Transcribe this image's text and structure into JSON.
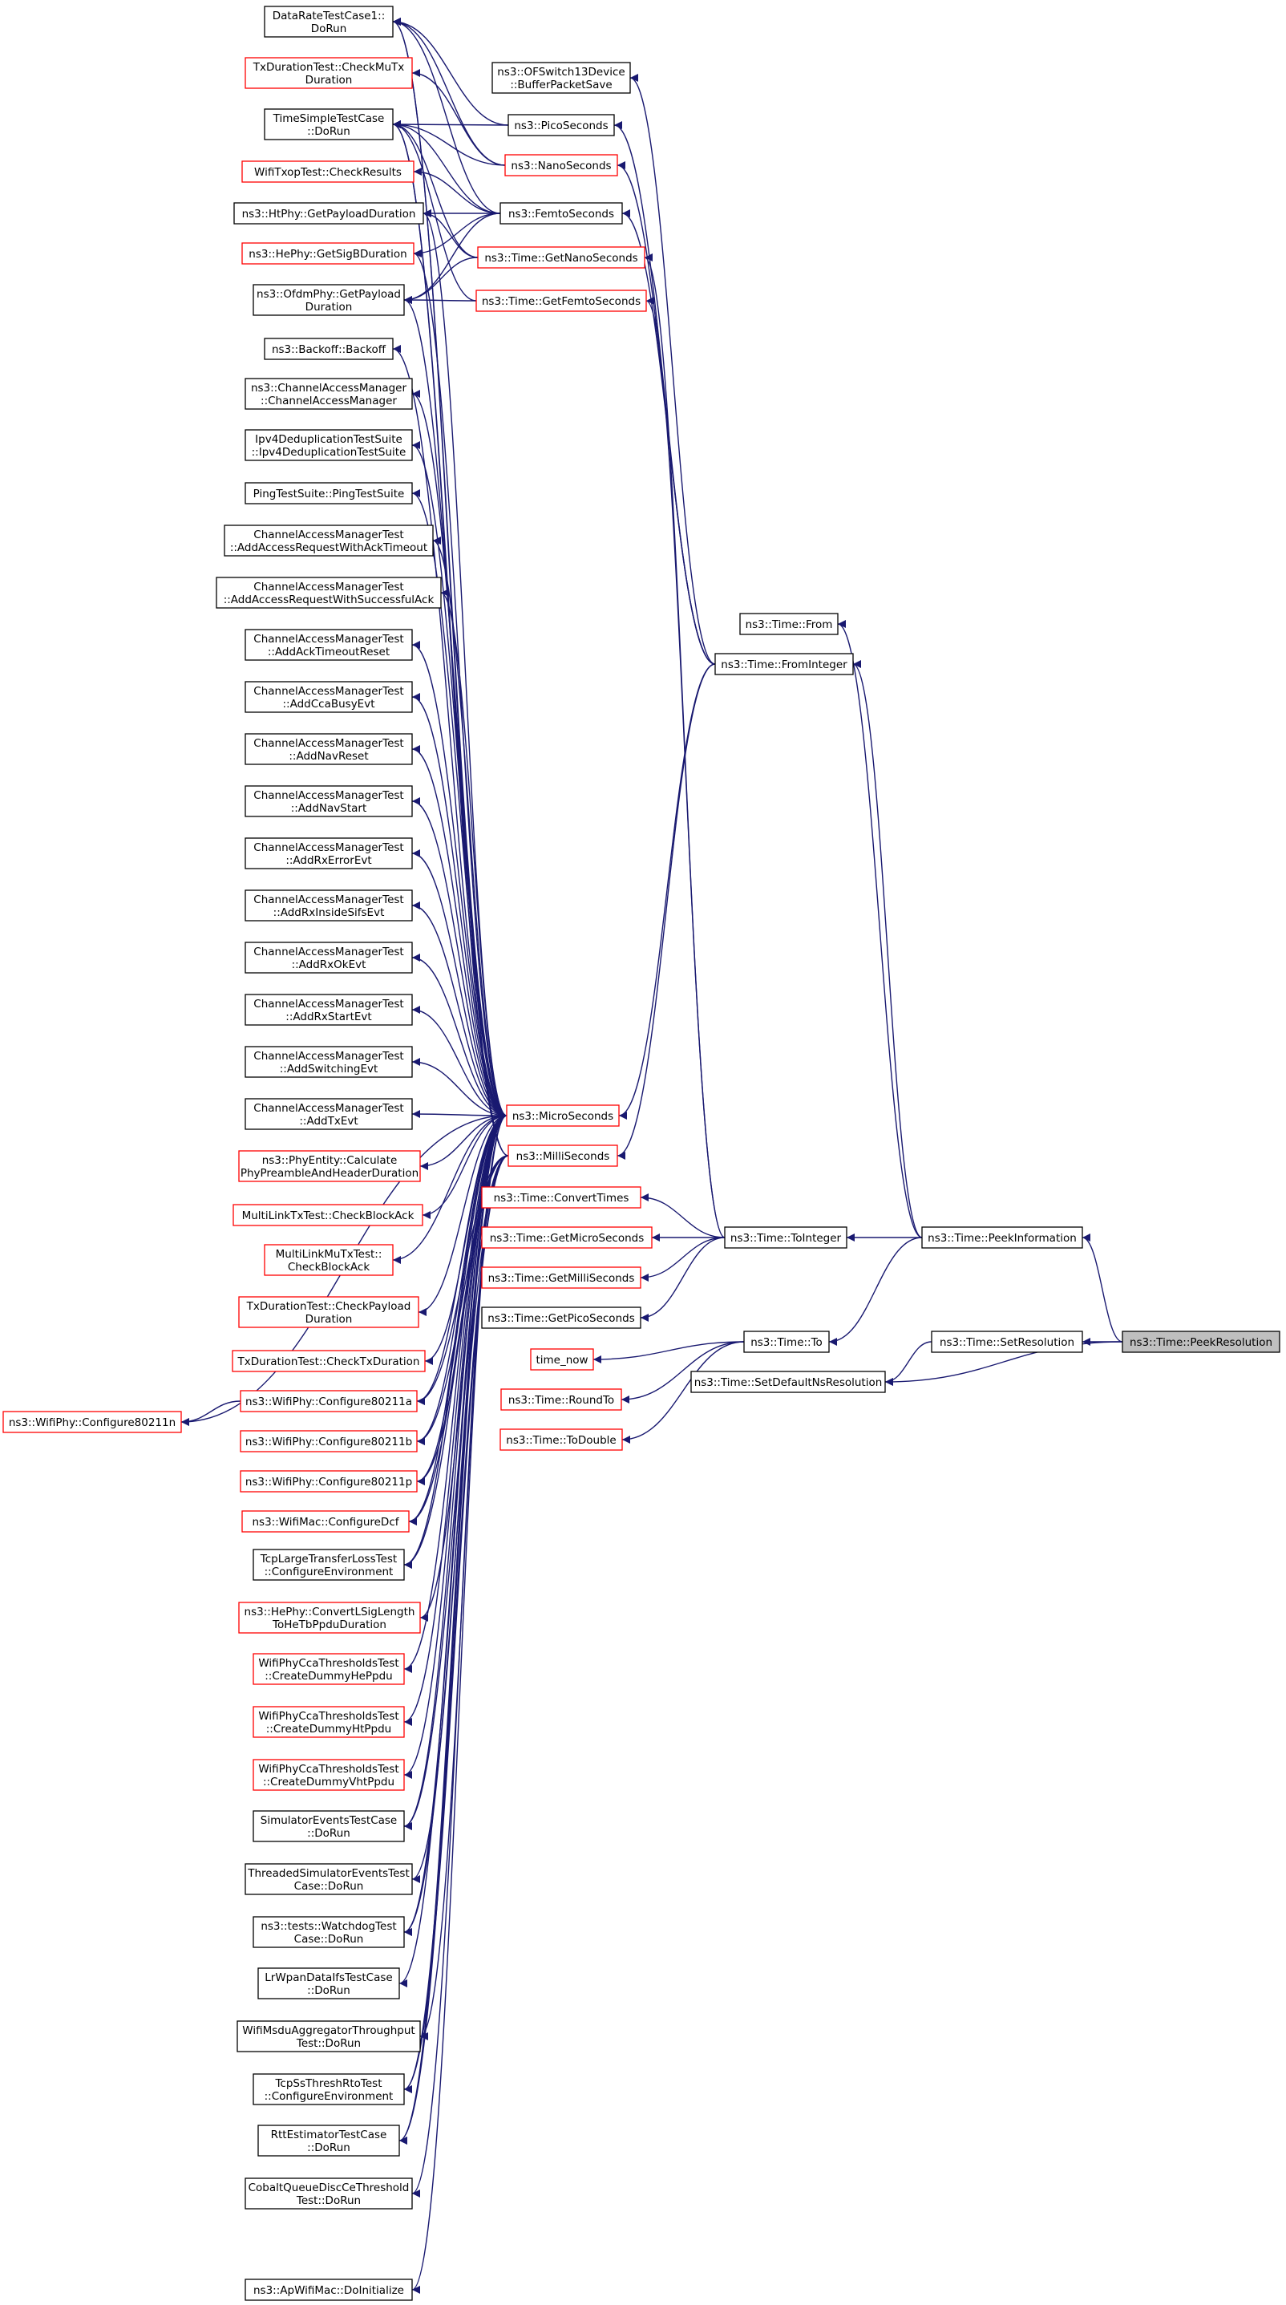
{
  "colors": {
    "edge": "#191970",
    "border_normal": "#000000",
    "border_undocumented": "#ff0000",
    "focus_fill": "#bfbfbf",
    "fill": "#ffffff"
  },
  "focus_node": "ns3::Time::PeekResolution",
  "nodes": [
    {
      "id": "PeekResolution",
      "lines": [
        "ns3::Time::PeekResolution"
      ],
      "style": "focus"
    },
    {
      "id": "PeekInformation",
      "lines": [
        "ns3::Time::PeekInformation"
      ],
      "style": "normal"
    },
    {
      "id": "SetResolution",
      "lines": [
        "ns3::Time::SetResolution"
      ],
      "style": "normal"
    },
    {
      "id": "SetDefaultNsResolution",
      "lines": [
        "ns3::Time::SetDefaultNsResolution"
      ],
      "style": "normal"
    },
    {
      "id": "From",
      "lines": [
        "ns3::Time::From"
      ],
      "style": "normal"
    },
    {
      "id": "FromInteger",
      "lines": [
        "ns3::Time::FromInteger"
      ],
      "style": "normal"
    },
    {
      "id": "ToInteger",
      "lines": [
        "ns3::Time::ToInteger"
      ],
      "style": "normal"
    },
    {
      "id": "To",
      "lines": [
        "ns3::Time::To"
      ],
      "style": "normal"
    },
    {
      "id": "OFSwitch",
      "lines": [
        "ns3::OFSwitch13Device",
        "::BufferPacketSave"
      ],
      "style": "normal"
    },
    {
      "id": "PicoSeconds",
      "lines": [
        "ns3::PicoSeconds"
      ],
      "style": "normal"
    },
    {
      "id": "NanoSeconds",
      "lines": [
        "ns3::NanoSeconds"
      ],
      "style": "red"
    },
    {
      "id": "FemtoSeconds",
      "lines": [
        "ns3::FemtoSeconds"
      ],
      "style": "normal"
    },
    {
      "id": "GetNanoSeconds",
      "lines": [
        "ns3::Time::GetNanoSeconds"
      ],
      "style": "red"
    },
    {
      "id": "GetFemtoSeconds",
      "lines": [
        "ns3::Time::GetFemtoSeconds"
      ],
      "style": "red"
    },
    {
      "id": "MicroSeconds",
      "lines": [
        "ns3::MicroSeconds"
      ],
      "style": "red"
    },
    {
      "id": "MilliSeconds",
      "lines": [
        "ns3::MilliSeconds"
      ],
      "style": "red"
    },
    {
      "id": "ConvertTimes",
      "lines": [
        "ns3::Time::ConvertTimes"
      ],
      "style": "red"
    },
    {
      "id": "GetMicroSeconds",
      "lines": [
        "ns3::Time::GetMicroSeconds"
      ],
      "style": "red"
    },
    {
      "id": "GetMilliSeconds",
      "lines": [
        "ns3::Time::GetMilliSeconds"
      ],
      "style": "red"
    },
    {
      "id": "GetPicoSeconds",
      "lines": [
        "ns3::Time::GetPicoSeconds"
      ],
      "style": "normal"
    },
    {
      "id": "time_now",
      "lines": [
        "time_now"
      ],
      "style": "red"
    },
    {
      "id": "RoundTo",
      "lines": [
        "ns3::Time::RoundTo"
      ],
      "style": "red"
    },
    {
      "id": "ToDouble",
      "lines": [
        "ns3::Time::ToDouble"
      ],
      "style": "red"
    },
    {
      "id": "DataRateTest",
      "lines": [
        "DataRateTestCase1::",
        "DoRun"
      ],
      "style": "normal"
    },
    {
      "id": "TxDurCheckMuTx",
      "lines": [
        "TxDurationTest::CheckMuTx",
        "Duration"
      ],
      "style": "red"
    },
    {
      "id": "TimeSimple",
      "lines": [
        "TimeSimpleTestCase",
        "::DoRun"
      ],
      "style": "normal"
    },
    {
      "id": "WifiTxop",
      "lines": [
        "WifiTxopTest::CheckResults"
      ],
      "style": "red"
    },
    {
      "id": "HtPhy",
      "lines": [
        "ns3::HtPhy::GetPayloadDuration"
      ],
      "style": "normal"
    },
    {
      "id": "HePhySig",
      "lines": [
        "ns3::HePhy::GetSigBDuration"
      ],
      "style": "red"
    },
    {
      "id": "OfdmPhy",
      "lines": [
        "ns3::OfdmPhy::GetPayload",
        "Duration"
      ],
      "style": "normal"
    },
    {
      "id": "Backoff",
      "lines": [
        "ns3::Backoff::Backoff"
      ],
      "style": "normal"
    },
    {
      "id": "CAM",
      "lines": [
        "ns3::ChannelAccessManager",
        "::ChannelAccessManager"
      ],
      "style": "normal"
    },
    {
      "id": "Ipv4Dedup",
      "lines": [
        "Ipv4DeduplicationTestSuite",
        "::Ipv4DeduplicationTestSuite"
      ],
      "style": "normal"
    },
    {
      "id": "PingTest",
      "lines": [
        "PingTestSuite::PingTestSuite"
      ],
      "style": "normal"
    },
    {
      "id": "CAMTAckTimeout",
      "lines": [
        "ChannelAccessManagerTest",
        "::AddAccessRequestWithAckTimeout"
      ],
      "style": "normal"
    },
    {
      "id": "CAMTAckSuccess",
      "lines": [
        "ChannelAccessManagerTest",
        "::AddAccessRequestWithSuccessfulAck"
      ],
      "style": "normal"
    },
    {
      "id": "CAMTAckReset",
      "lines": [
        "ChannelAccessManagerTest",
        "::AddAckTimeoutReset"
      ],
      "style": "normal"
    },
    {
      "id": "CAMTCcaBusy",
      "lines": [
        "ChannelAccessManagerTest",
        "::AddCcaBusyEvt"
      ],
      "style": "normal"
    },
    {
      "id": "CAMTNavReset",
      "lines": [
        "ChannelAccessManagerTest",
        "::AddNavReset"
      ],
      "style": "normal"
    },
    {
      "id": "CAMTNavStart",
      "lines": [
        "ChannelAccessManagerTest",
        "::AddNavStart"
      ],
      "style": "normal"
    },
    {
      "id": "CAMTRxError",
      "lines": [
        "ChannelAccessManagerTest",
        "::AddRxErrorEvt"
      ],
      "style": "normal"
    },
    {
      "id": "CAMTRxSifs",
      "lines": [
        "ChannelAccessManagerTest",
        "::AddRxInsideSifsEvt"
      ],
      "style": "normal"
    },
    {
      "id": "CAMTRxOk",
      "lines": [
        "ChannelAccessManagerTest",
        "::AddRxOkEvt"
      ],
      "style": "normal"
    },
    {
      "id": "CAMTRxStart",
      "lines": [
        "ChannelAccessManagerTest",
        "::AddRxStartEvt"
      ],
      "style": "normal"
    },
    {
      "id": "CAMTSwitching",
      "lines": [
        "ChannelAccessManagerTest",
        "::AddSwitchingEvt"
      ],
      "style": "normal"
    },
    {
      "id": "CAMTTx",
      "lines": [
        "ChannelAccessManagerTest",
        "::AddTxEvt"
      ],
      "style": "normal"
    },
    {
      "id": "PhyEntity",
      "lines": [
        "ns3::PhyEntity::Calculate",
        "PhyPreambleAndHeaderDuration"
      ],
      "style": "red"
    },
    {
      "id": "MultiLinkTx",
      "lines": [
        "MultiLinkTxTest::CheckBlockAck"
      ],
      "style": "red"
    },
    {
      "id": "MultiLinkMuTx",
      "lines": [
        "MultiLinkMuTxTest::",
        "CheckBlockAck"
      ],
      "style": "red"
    },
    {
      "id": "TxDurPayload",
      "lines": [
        "TxDurationTest::CheckPayload",
        "Duration"
      ],
      "style": "red"
    },
    {
      "id": "TxDurTx",
      "lines": [
        "TxDurationTest::CheckTxDuration"
      ],
      "style": "red"
    },
    {
      "id": "Cfg80211n",
      "lines": [
        "ns3::WifiPhy::Configure80211n"
      ],
      "style": "red"
    },
    {
      "id": "Cfg80211a",
      "lines": [
        "ns3::WifiPhy::Configure80211a"
      ],
      "style": "red"
    },
    {
      "id": "Cfg80211b",
      "lines": [
        "ns3::WifiPhy::Configure80211b"
      ],
      "style": "red"
    },
    {
      "id": "Cfg80211p",
      "lines": [
        "ns3::WifiPhy::Configure80211p"
      ],
      "style": "red"
    },
    {
      "id": "CfgDcf",
      "lines": [
        "ns3::WifiMac::ConfigureDcf"
      ],
      "style": "red"
    },
    {
      "id": "TcpLarge",
      "lines": [
        "TcpLargeTransferLossTest",
        "::ConfigureEnvironment"
      ],
      "style": "normal"
    },
    {
      "id": "HePhyConvert",
      "lines": [
        "ns3::HePhy::ConvertLSigLength",
        "ToHeTbPpduDuration"
      ],
      "style": "red"
    },
    {
      "id": "CcaHe",
      "lines": [
        "WifiPhyCcaThresholdsTest",
        "::CreateDummyHePpdu"
      ],
      "style": "red"
    },
    {
      "id": "CcaHt",
      "lines": [
        "WifiPhyCcaThresholdsTest",
        "::CreateDummyHtPpdu"
      ],
      "style": "red"
    },
    {
      "id": "CcaVht",
      "lines": [
        "WifiPhyCcaThresholdsTest",
        "::CreateDummyVhtPpdu"
      ],
      "style": "red"
    },
    {
      "id": "SimEvents",
      "lines": [
        "SimulatorEventsTestCase",
        "::DoRun"
      ],
      "style": "normal"
    },
    {
      "id": "ThreadedSim",
      "lines": [
        "ThreadedSimulatorEventsTest",
        "Case::DoRun"
      ],
      "style": "normal"
    },
    {
      "id": "Watchdog",
      "lines": [
        "ns3::tests::WatchdogTest",
        "Case::DoRun"
      ],
      "style": "normal"
    },
    {
      "id": "LrWpan",
      "lines": [
        "LrWpanDataIfsTestCase",
        "::DoRun"
      ],
      "style": "normal"
    },
    {
      "id": "WifiMsdu",
      "lines": [
        "WifiMsduAggregatorThroughput",
        "Test::DoRun"
      ],
      "style": "normal"
    },
    {
      "id": "TcpSsThresh",
      "lines": [
        "TcpSsThreshRtoTest",
        "::ConfigureEnvironment"
      ],
      "style": "normal"
    },
    {
      "id": "RttEst",
      "lines": [
        "RttEstimatorTestCase",
        "::DoRun"
      ],
      "style": "normal"
    },
    {
      "id": "Cobalt",
      "lines": [
        "CobaltQueueDiscCeThreshold",
        "Test::DoRun"
      ],
      "style": "normal"
    },
    {
      "id": "ApWifiMac",
      "lines": [
        "ns3::ApWifiMac::DoInitialize"
      ],
      "style": "normal"
    }
  ],
  "edges": [
    [
      "PeekResolution",
      "PeekInformation"
    ],
    [
      "PeekResolution",
      "SetResolution"
    ],
    [
      "PeekResolution",
      "SetDefaultNsResolution"
    ],
    [
      "SetResolution",
      "SetDefaultNsResolution"
    ],
    [
      "PeekInformation",
      "From"
    ],
    [
      "PeekInformation",
      "FromInteger"
    ],
    [
      "PeekInformation",
      "ToInteger"
    ],
    [
      "PeekInformation",
      "To"
    ],
    [
      "FromInteger",
      "OFSwitch"
    ],
    [
      "FromInteger",
      "PicoSeconds"
    ],
    [
      "FromInteger",
      "NanoSeconds"
    ],
    [
      "FromInteger",
      "FemtoSeconds"
    ],
    [
      "FromInteger",
      "MicroSeconds"
    ],
    [
      "FromInteger",
      "MilliSeconds"
    ],
    [
      "ToInteger",
      "GetNanoSeconds"
    ],
    [
      "ToInteger",
      "GetFemtoSeconds"
    ],
    [
      "ToInteger",
      "ConvertTimes"
    ],
    [
      "ToInteger",
      "GetMicroSeconds"
    ],
    [
      "ToInteger",
      "GetMilliSeconds"
    ],
    [
      "ToInteger",
      "GetPicoSeconds"
    ],
    [
      "To",
      "time_now"
    ],
    [
      "To",
      "RoundTo"
    ],
    [
      "To",
      "ToDouble"
    ],
    [
      "PicoSeconds",
      "DataRateTest"
    ],
    [
      "PicoSeconds",
      "TimeSimple"
    ],
    [
      "NanoSeconds",
      "DataRateTest"
    ],
    [
      "NanoSeconds",
      "TxDurCheckMuTx"
    ],
    [
      "NanoSeconds",
      "TimeSimple"
    ],
    [
      "FemtoSeconds",
      "DataRateTest"
    ],
    [
      "FemtoSeconds",
      "TimeSimple"
    ],
    [
      "FemtoSeconds",
      "WifiTxop"
    ],
    [
      "FemtoSeconds",
      "HtPhy"
    ],
    [
      "FemtoSeconds",
      "HePhySig"
    ],
    [
      "FemtoSeconds",
      "OfdmPhy"
    ],
    [
      "GetNanoSeconds",
      "TimeSimple"
    ],
    [
      "GetNanoSeconds",
      "HtPhy"
    ],
    [
      "GetNanoSeconds",
      "OfdmPhy"
    ],
    [
      "GetFemtoSeconds",
      "TimeSimple"
    ],
    [
      "GetFemtoSeconds",
      "OfdmPhy"
    ],
    [
      "MicroSeconds",
      "DataRateTest"
    ],
    [
      "MicroSeconds",
      "TimeSimple"
    ],
    [
      "MicroSeconds",
      "HtPhy"
    ],
    [
      "MicroSeconds",
      "HePhySig"
    ],
    [
      "MicroSeconds",
      "OfdmPhy"
    ],
    [
      "MicroSeconds",
      "Backoff"
    ],
    [
      "MicroSeconds",
      "CAM"
    ],
    [
      "MicroSeconds",
      "Ipv4Dedup"
    ],
    [
      "MicroSeconds",
      "PingTest"
    ],
    [
      "MicroSeconds",
      "CAMTAckTimeout"
    ],
    [
      "MicroSeconds",
      "CAMTAckSuccess"
    ],
    [
      "MicroSeconds",
      "CAMTAckReset"
    ],
    [
      "MicroSeconds",
      "CAMTCcaBusy"
    ],
    [
      "MicroSeconds",
      "CAMTNavReset"
    ],
    [
      "MicroSeconds",
      "CAMTNavStart"
    ],
    [
      "MicroSeconds",
      "CAMTRxError"
    ],
    [
      "MicroSeconds",
      "CAMTRxSifs"
    ],
    [
      "MicroSeconds",
      "CAMTRxOk"
    ],
    [
      "MicroSeconds",
      "CAMTRxStart"
    ],
    [
      "MicroSeconds",
      "CAMTSwitching"
    ],
    [
      "MicroSeconds",
      "CAMTTx"
    ],
    [
      "MicroSeconds",
      "PhyEntity"
    ],
    [
      "MicroSeconds",
      "MultiLinkTx"
    ],
    [
      "MicroSeconds",
      "MultiLinkMuTx"
    ],
    [
      "MicroSeconds",
      "TxDurPayload"
    ],
    [
      "MicroSeconds",
      "TxDurTx"
    ],
    [
      "MicroSeconds",
      "Cfg80211n"
    ],
    [
      "MicroSeconds",
      "Cfg80211a"
    ],
    [
      "MicroSeconds",
      "Cfg80211b"
    ],
    [
      "MicroSeconds",
      "Cfg80211p"
    ],
    [
      "MicroSeconds",
      "CfgDcf"
    ],
    [
      "MicroSeconds",
      "TcpLarge"
    ],
    [
      "MicroSeconds",
      "HePhyConvert"
    ],
    [
      "MicroSeconds",
      "CcaHe"
    ],
    [
      "MicroSeconds",
      "CcaHt"
    ],
    [
      "MicroSeconds",
      "CcaVht"
    ],
    [
      "MicroSeconds",
      "SimEvents"
    ],
    [
      "MicroSeconds",
      "ThreadedSim"
    ],
    [
      "MicroSeconds",
      "Watchdog"
    ],
    [
      "MicroSeconds",
      "LrWpan"
    ],
    [
      "MicroSeconds",
      "WifiMsdu"
    ],
    [
      "MicroSeconds",
      "TcpSsThresh"
    ],
    [
      "MicroSeconds",
      "RttEst"
    ],
    [
      "MicroSeconds",
      "Cobalt"
    ],
    [
      "MicroSeconds",
      "ApWifiMac"
    ],
    [
      "MilliSeconds",
      "DataRateTest"
    ],
    [
      "MilliSeconds",
      "TimeSimple"
    ],
    [
      "MilliSeconds",
      "Cfg80211a"
    ],
    [
      "MilliSeconds",
      "Cfg80211b"
    ],
    [
      "MilliSeconds",
      "Cfg80211p"
    ],
    [
      "MilliSeconds",
      "CfgDcf"
    ],
    [
      "MilliSeconds",
      "TcpLarge"
    ],
    [
      "MilliSeconds",
      "SimEvents"
    ],
    [
      "MilliSeconds",
      "Watchdog"
    ],
    [
      "MilliSeconds",
      "TcpSsThresh"
    ],
    [
      "MilliSeconds",
      "RttEst"
    ],
    [
      "Cfg80211a",
      "Cfg80211n"
    ]
  ]
}
